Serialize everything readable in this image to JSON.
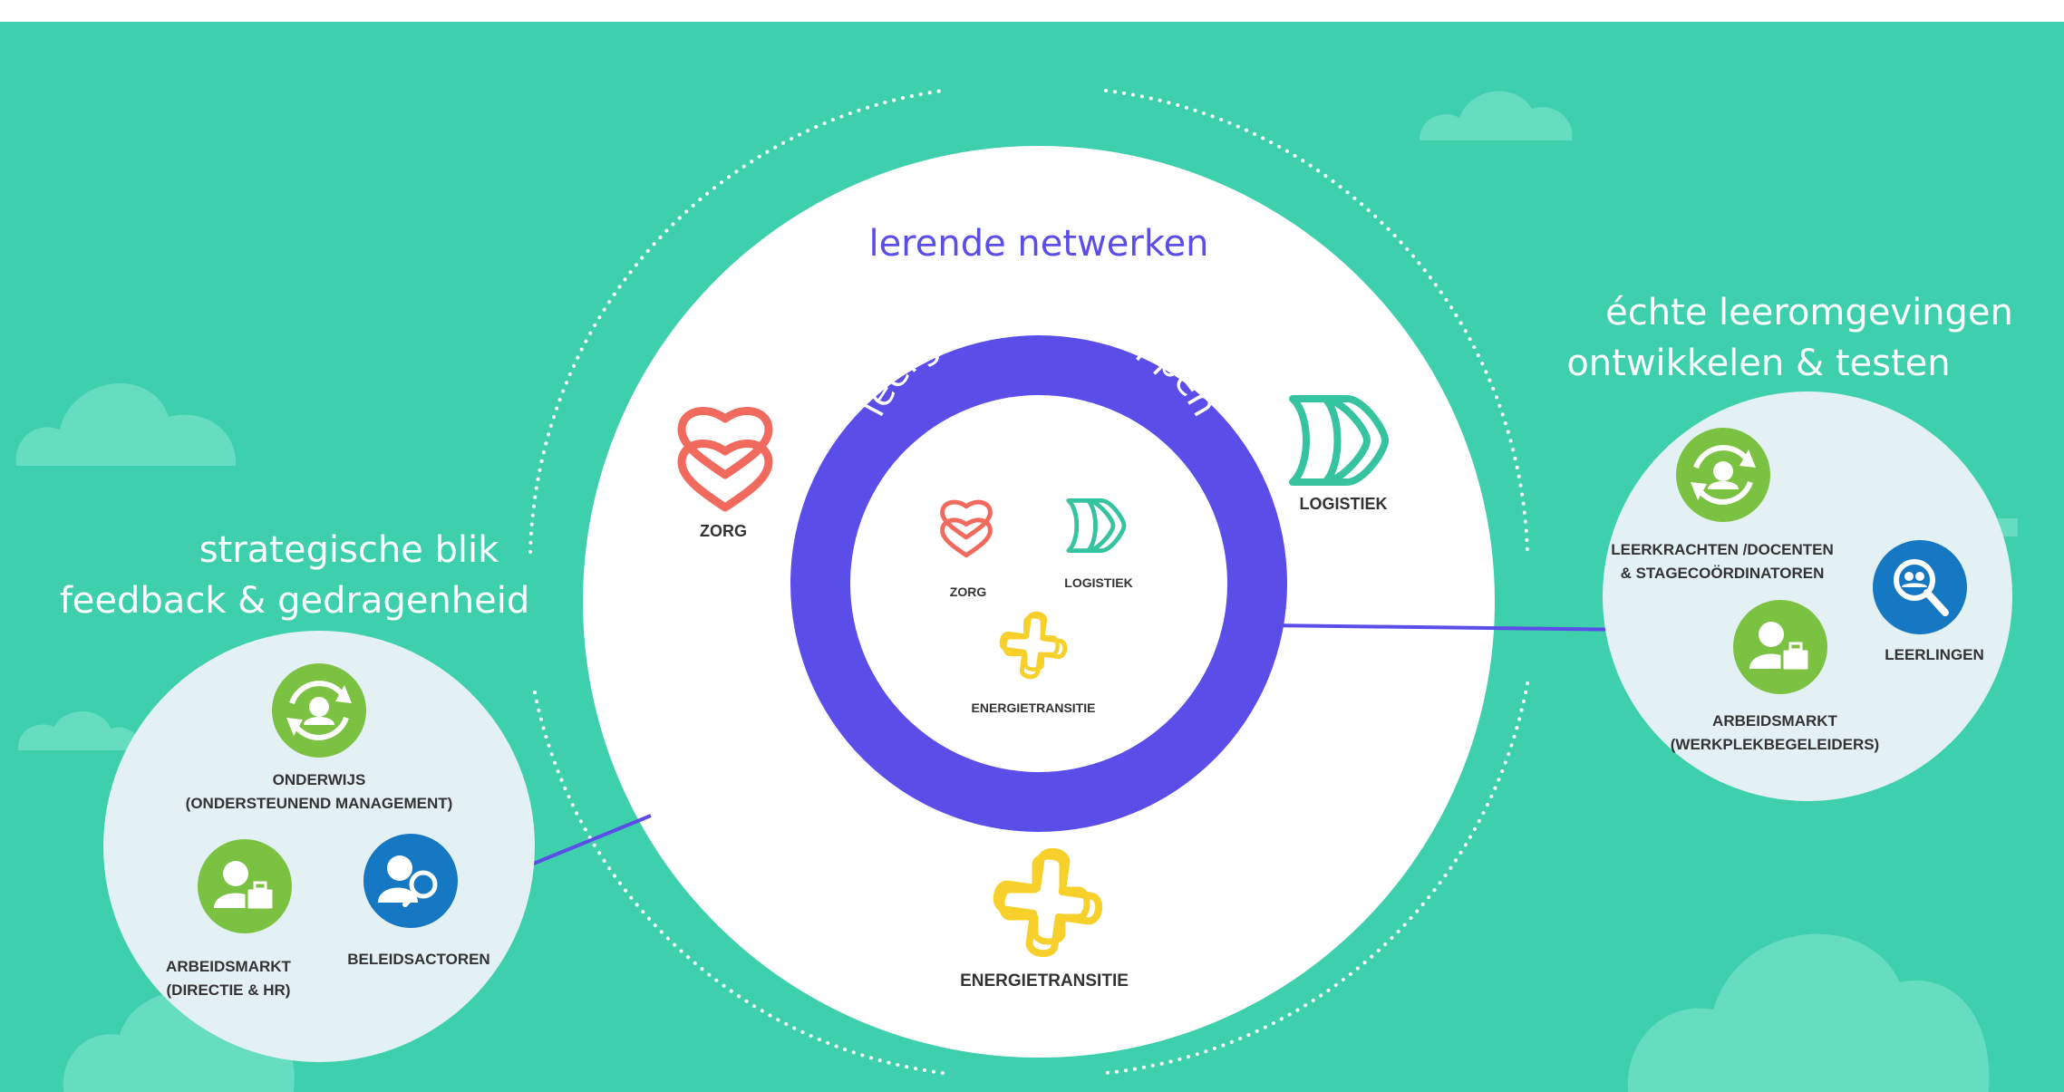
{
  "colors": {
    "background": "#3ecfad",
    "white": "#ffffff",
    "side_circle": "#e3f1f4",
    "cloud": "#66dcc1",
    "ring": "#5b4de8",
    "headline_purple": "#5b4de8",
    "arrow": "#5b4de8",
    "zorg": "#f06a5e",
    "logistiek": "#35c3a0",
    "energie": "#f7d02c",
    "icon_green": "#7cc242",
    "icon_blue": "#1677c2",
    "label_text": "#333333"
  },
  "center": {
    "title": "lerende netwerken",
    "ring_title": "leergemeenschappen",
    "outer_labels": {
      "zorg": "ZORG",
      "logistiek": "LOGISTIEK",
      "energie": "ENERGIETRANSITIE"
    },
    "inner_labels": {
      "zorg": "ZORG",
      "logistiek": "LOGISTIEK",
      "energie": "ENERGIETRANSITIE"
    }
  },
  "left": {
    "heading": [
      "strategische blik",
      "feedback & gedragenheid"
    ],
    "nodes": {
      "onderwijs": [
        "ONDERWIJS",
        "(ONDERSTEUNEND MANAGEMENT)"
      ],
      "arbeidsmarkt": [
        "ARBEIDSMARKT",
        "(DIRECTIE & HR)"
      ],
      "beleid": [
        "BELEIDSACTOREN"
      ]
    },
    "icons": {
      "onderwijs": "person-refresh-icon",
      "arbeidsmarkt": "person-briefcase-icon",
      "beleid": "person-magnifier-icon"
    }
  },
  "right": {
    "heading": [
      "échte leeromgevingen",
      "ontwikkelen & testen"
    ],
    "nodes": {
      "leerkrachten": [
        "LEERKRACHTEN /DOCENTEN",
        "& STAGECOÖRDINATOREN"
      ],
      "arbeidsmarkt": [
        "ARBEIDSMARKT",
        "(WERKPLEKBEGELEIDERS)"
      ],
      "leerlingen": [
        "LEERLINGEN"
      ]
    },
    "icons": {
      "leerkrachten": "person-refresh-icon",
      "arbeidsmarkt": "person-briefcase-icon",
      "leerlingen": "group-magnifier-icon"
    }
  }
}
